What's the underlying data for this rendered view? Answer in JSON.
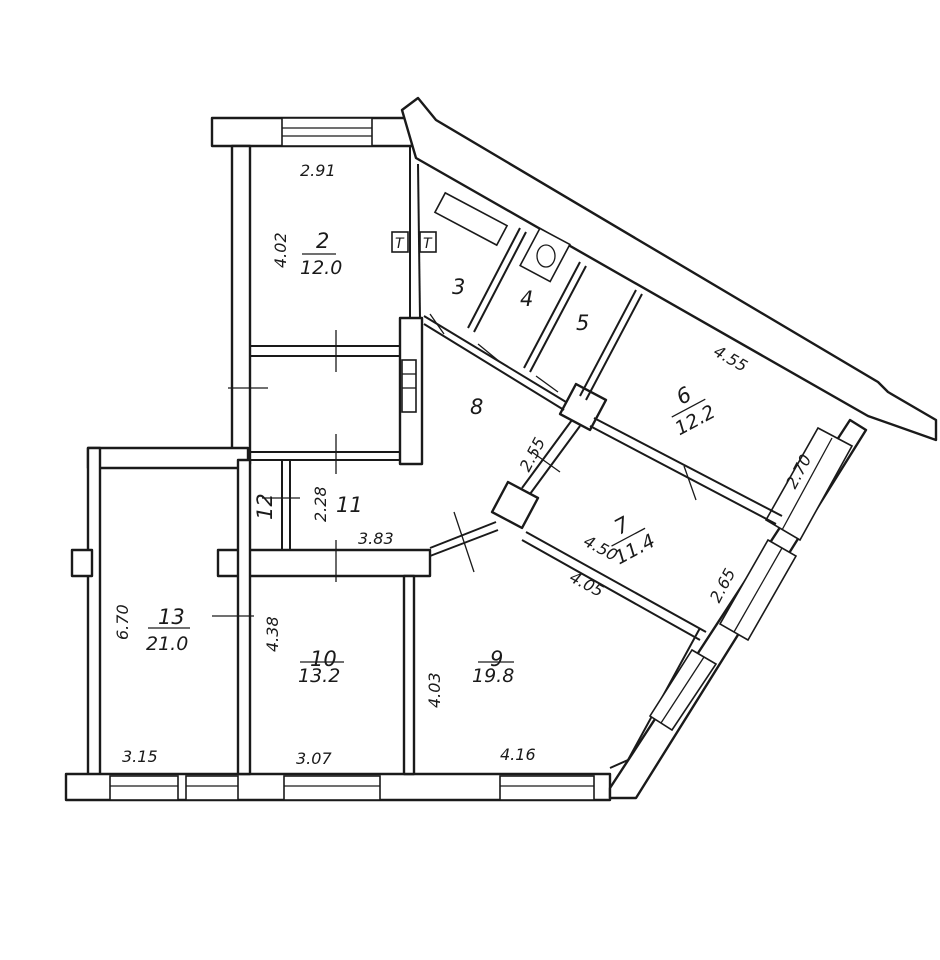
{
  "rooms": [
    {
      "number": "2",
      "area": "12.0"
    },
    {
      "number": "3"
    },
    {
      "number": "4"
    },
    {
      "number": "5"
    },
    {
      "number": "6",
      "area": "12.2"
    },
    {
      "number": "7",
      "area": "11.4"
    },
    {
      "number": "8"
    },
    {
      "number": "9",
      "area": "19.8"
    },
    {
      "number": "10",
      "area": "13.2"
    },
    {
      "number": "11"
    },
    {
      "number": "12"
    },
    {
      "number": "13",
      "area": "21.0"
    }
  ],
  "dimensions": [
    "2.91",
    "4.02",
    "4.55",
    "2.55",
    "2.70",
    "2.28",
    "3.83",
    "4.50",
    "4.05",
    "2.65",
    "6.70",
    "4.38",
    "4.03",
    "3.15",
    "3.07",
    "4.16"
  ],
  "symbols": {
    "t_left": "T",
    "t_right": "T"
  },
  "colors": {
    "ink": "#1a1a1a",
    "paper": "#ffffff"
  }
}
